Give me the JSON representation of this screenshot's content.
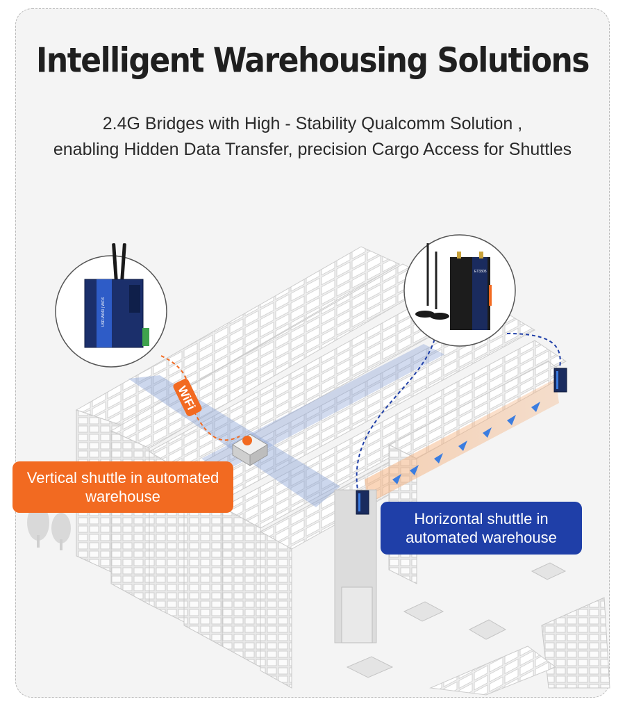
{
  "header": {
    "title": "Intelligent Warehousing Solutions",
    "subtitle_line1": "2.4G Bridges with High - Stability Qualcomm Solution ,",
    "subtitle_line2": "enabling Hidden Data Transfer, precision Cargo Access for Shuttles"
  },
  "illustration": {
    "wifi_tag": "WiFi",
    "device_left_brand": "USR-W640 | WiFi6",
    "device_right_model": "ET3305",
    "colors": {
      "accent_orange": "#f26a21",
      "accent_blue": "#1f3fa8",
      "rack": "#e6e6e6"
    }
  },
  "labels": {
    "vertical_shuttle": "Vertical shuttle in automated warehouse",
    "horizontal_shuttle": "Horizontal shuttle in automated warehouse"
  }
}
